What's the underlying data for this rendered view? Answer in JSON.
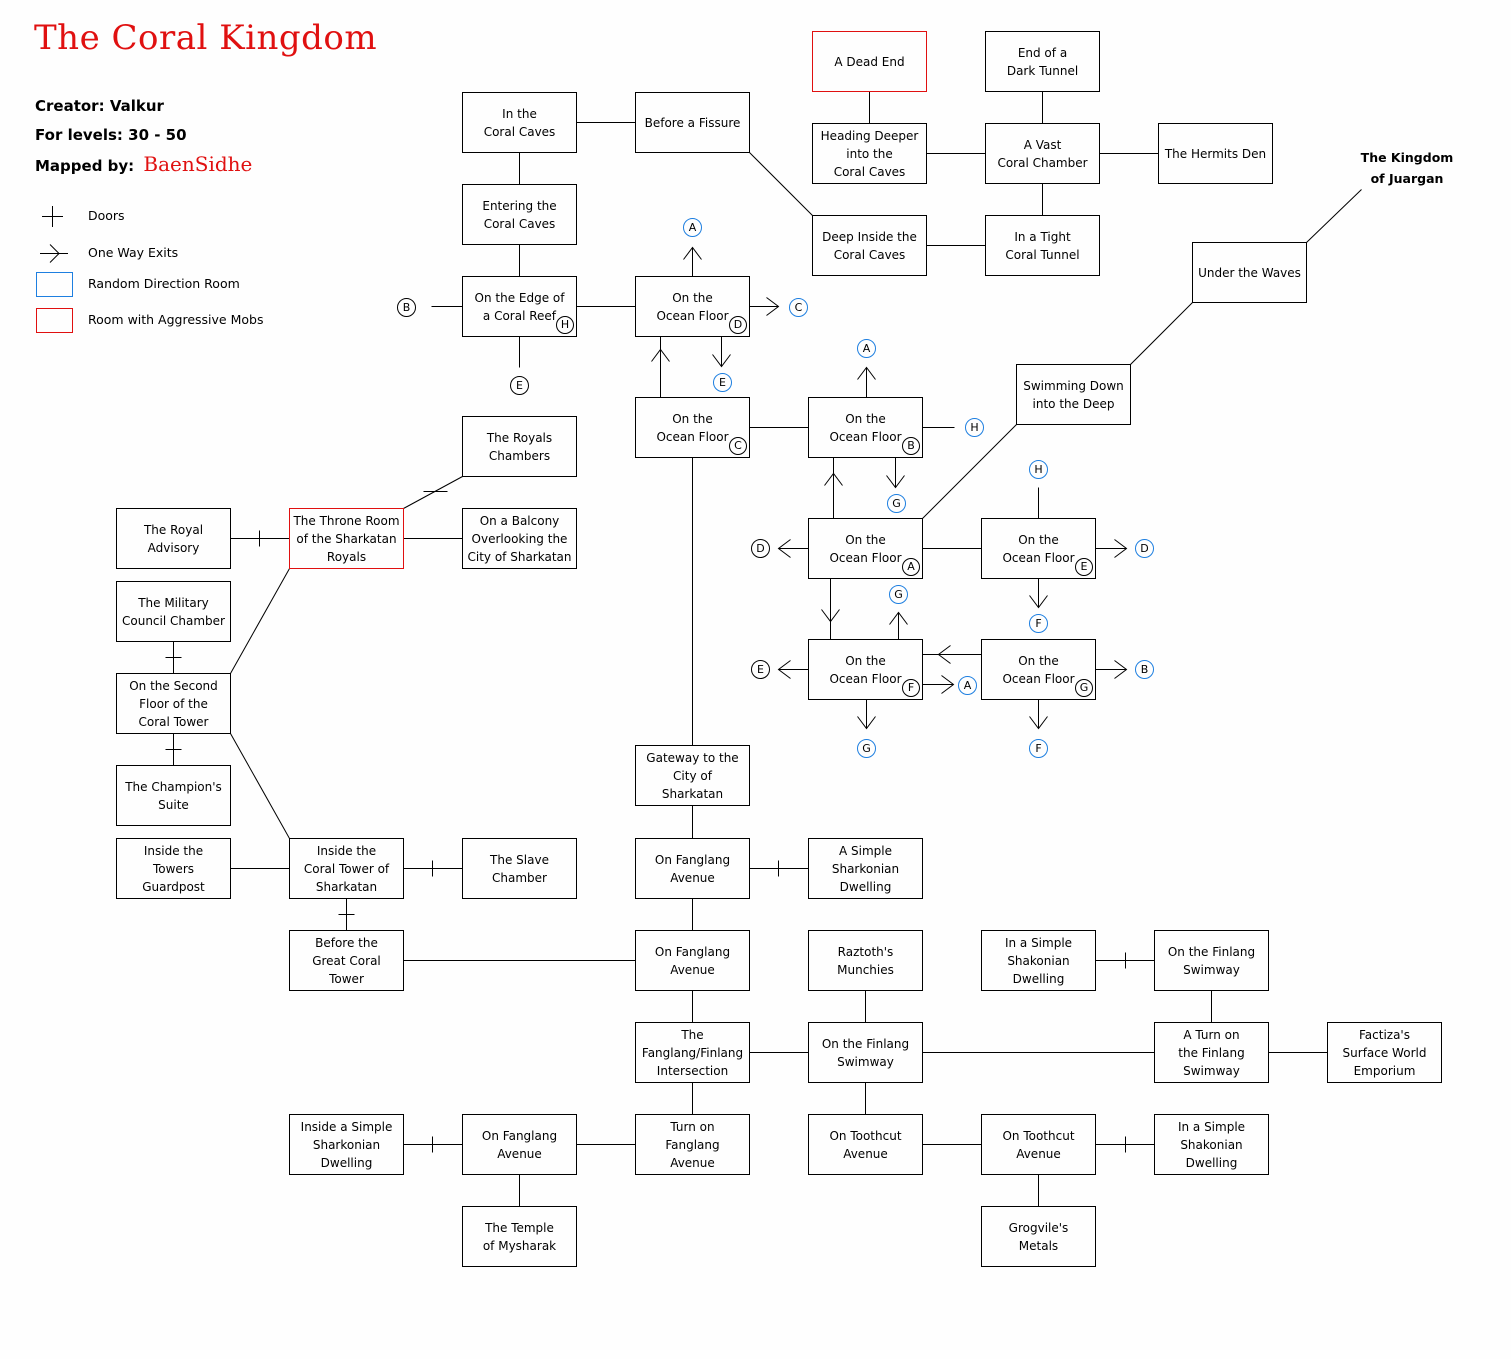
{
  "title": "The Coral Kingdom",
  "credits": {
    "creator_label": "Creator:",
    "creator": "Valkur",
    "levels_label": "For levels:",
    "levels": "30 - 50",
    "mapped_label": "Mapped by:",
    "mapper": "BaenSidhe"
  },
  "legend": [
    {
      "icon": "door-icon",
      "label": "Doors"
    },
    {
      "icon": "one-way-arrow-icon",
      "label": "One Way Exits"
    },
    {
      "icon": "random-direction-room-swatch",
      "label": "Random Direction Room"
    },
    {
      "icon": "aggressive-room-swatch",
      "label": "Room with Aggressive Mobs"
    }
  ],
  "colors": {
    "title": "#e01010",
    "aggressive_room": "#e01010",
    "random_direction": "#1e7fe0",
    "line": "#000000"
  },
  "external_area": "The Kingdom\nof Juargan",
  "rooms": [
    {
      "label": "In the\nCoral Caves"
    },
    {
      "label": "Before a Fissure"
    },
    {
      "label": "A Dead End",
      "aggressive": true
    },
    {
      "label": "Heading Deeper\ninto the\nCoral Caves"
    },
    {
      "label": "End of a\nDark Tunnel"
    },
    {
      "label": "A Vast\nCoral Chamber"
    },
    {
      "label": "The Hermits Den"
    },
    {
      "label": "Entering the\nCoral Caves"
    },
    {
      "label": "Deep Inside the\nCoral Caves"
    },
    {
      "label": "In a Tight\nCoral Tunnel"
    },
    {
      "label": "Under the Waves"
    },
    {
      "label": "On the Edge of\na Coral Reef",
      "marker": "H"
    },
    {
      "label": "On the\nOcean Floor",
      "marker": "D"
    },
    {
      "label": "Swimming Down\ninto the Deep"
    },
    {
      "label": "On the\nOcean Floor",
      "marker": "C"
    },
    {
      "label": "On the\nOcean Floor",
      "marker": "B"
    },
    {
      "label": "The Royals\nChambers"
    },
    {
      "label": "The Royal\nAdvisory"
    },
    {
      "label": "The Throne Room\nof the Sharkatan\nRoyals",
      "aggressive": true
    },
    {
      "label": "On a Balcony\nOverlooking the\nCity of Sharkatan"
    },
    {
      "label": "On the\nOcean Floor",
      "marker": "A"
    },
    {
      "label": "On the\nOcean Floor",
      "marker": "E"
    },
    {
      "label": "The Military\nCouncil Chamber"
    },
    {
      "label": "On the\nOcean Floor",
      "marker": "F"
    },
    {
      "label": "On the\nOcean Floor",
      "marker": "G"
    },
    {
      "label": "On the Second\nFloor of the\nCoral Tower"
    },
    {
      "label": "Gateway to the\nCity of\nSharkatan"
    },
    {
      "label": "The Champion's\nSuite"
    },
    {
      "label": "Inside the\nTowers\nGuardpost"
    },
    {
      "label": "Inside the\nCoral Tower of\nSharkatan"
    },
    {
      "label": "The Slave\nChamber"
    },
    {
      "label": "On Fanglang\nAvenue"
    },
    {
      "label": "A Simple\nSharkonian\nDwelling"
    },
    {
      "label": "Before the\nGreat Coral\nTower"
    },
    {
      "label": "On Fanglang\nAvenue"
    },
    {
      "label": "Raztoth's\nMunchies"
    },
    {
      "label": "In a Simple\nShakonian\nDwelling"
    },
    {
      "label": "On the Finlang\nSwimway"
    },
    {
      "label": "The\nFanglang/Finlang\nIntersection"
    },
    {
      "label": "On the Finlang\nSwimway"
    },
    {
      "label": "A Turn on\nthe Finlang\nSwimway"
    },
    {
      "label": "Factiza's\nSurface World\nEmporium"
    },
    {
      "label": "Inside a Simple\nSharkonian\nDwelling"
    },
    {
      "label": "On Fanglang\nAvenue"
    },
    {
      "label": "Turn on\nFanglang\nAvenue"
    },
    {
      "label": "On Toothcut\nAvenue"
    },
    {
      "label": "On Toothcut\nAvenue"
    },
    {
      "label": "In a Simple\nShakonian\nDwelling"
    },
    {
      "label": "The Temple\nof Mysharak"
    },
    {
      "label": "Grogvile's\nMetals"
    }
  ],
  "exit_markers": [
    {
      "letter": "B",
      "random": false
    },
    {
      "letter": "E",
      "random": false
    },
    {
      "letter": "A",
      "random": true
    },
    {
      "letter": "C",
      "random": true
    },
    {
      "letter": "E",
      "random": true
    },
    {
      "letter": "A",
      "random": true
    },
    {
      "letter": "H",
      "random": true
    },
    {
      "letter": "G",
      "random": true
    },
    {
      "letter": "D",
      "random": false
    },
    {
      "letter": "H",
      "random": true
    },
    {
      "letter": "D",
      "random": true
    },
    {
      "letter": "G",
      "random": true
    },
    {
      "letter": "F",
      "random": true
    },
    {
      "letter": "E",
      "random": false
    },
    {
      "letter": "A",
      "random": true
    },
    {
      "letter": "B",
      "random": true
    },
    {
      "letter": "G",
      "random": true
    },
    {
      "letter": "F",
      "random": true
    }
  ]
}
